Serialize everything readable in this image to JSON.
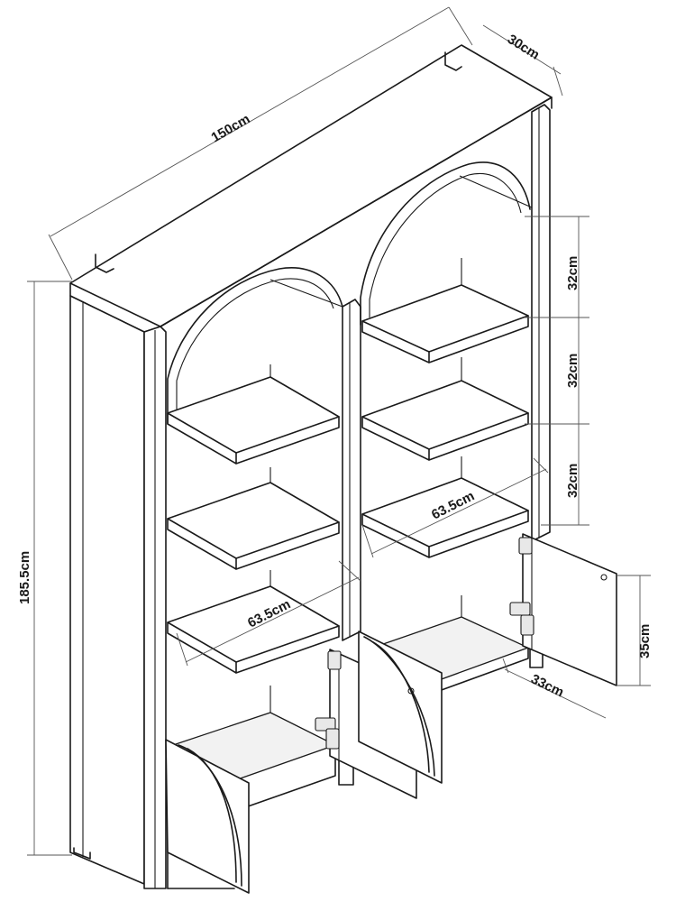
{
  "dimensions": {
    "width": "150cm",
    "depth": "30cm",
    "height": "185.5cm",
    "shelf_gap_top": "32cm",
    "shelf_gap_middle": "32cm",
    "shelf_gap_lower": "32cm",
    "shelf_width_right": "63.5cm",
    "shelf_width_left": "63.5cm",
    "cabinet_height": "35cm",
    "cabinet_depth": "33cm"
  }
}
